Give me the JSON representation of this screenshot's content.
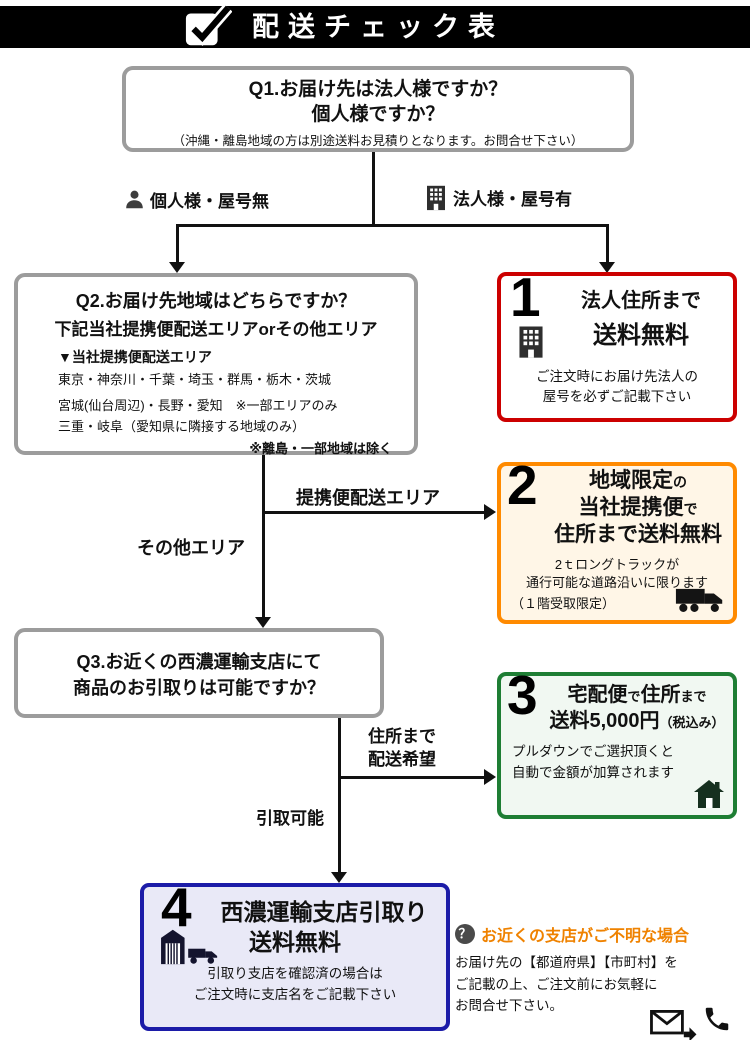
{
  "header": {
    "title": "配送チェック表"
  },
  "q1": {
    "line1": "Q1.お届け先は法人様ですか？",
    "line2": "個人様ですか？",
    "note": "（沖縄・離島地域の方は別途送料お見積りとなります。お問合せ下さい）"
  },
  "branch": {
    "personal": "個人様・屋号無",
    "corporate": "法人様・屋号有",
    "partner_area": "提携便配送エリア",
    "other_area": "その他エリア",
    "to_address_line1": "住所まで",
    "to_address_line2": "配送希望",
    "pickup_ok": "引取可能"
  },
  "q2": {
    "line1": "Q2.お届け先地域はどちらですか？",
    "line2": "下記当社提携便配送エリアorその他エリア",
    "area_header": "▼当社提携便配送エリア",
    "area_row1": "東京・神奈川・千葉・埼玉・群馬・栃木・茨城",
    "area_row2": "宮城(仙台周辺)・長野・愛知　※一部エリアのみ",
    "area_row3": "三重・岐阜（愛知県に隣接する地域のみ）",
    "note": "※離島・一部地域は除く"
  },
  "q3": {
    "line1": "Q3.お近くの西濃運輸支店にて",
    "line2": "商品のお引取りは可能ですか？"
  },
  "result1": {
    "number": "1",
    "title1": "法人住所まで",
    "title2": "送料無料",
    "note1": "ご注文時にお届け先法人の",
    "note2": "屋号を必ずご記載下さい"
  },
  "result2": {
    "number": "2",
    "t1a": "地域限定",
    "t1b": "の",
    "t2a": "当社提携便",
    "t2b": "で",
    "t3": "住所まで送料無料",
    "note1": "2ｔロングトラックが",
    "note2": "通行可能な道路沿いに限ります",
    "note3": "（１階受取限定）"
  },
  "result3": {
    "number": "3",
    "t1a": "宅配便",
    "t1b": "で",
    "t1c": "住所",
    "t1d": "まで",
    "t2a": "送料5,000円",
    "t2b": "（税込み）",
    "note1": "プルダウンでご選択頂くと",
    "note2": "自動で金額が加算されます"
  },
  "result4": {
    "number": "4",
    "title1": "西濃運輸支店引取り",
    "title2": "送料無料",
    "note1": "引取り支店を確認済の場合は",
    "note2": "ご注文時に支店名をご記載下さい"
  },
  "contact": {
    "q_mark": "？",
    "heading": "お近くの支店がご不明な場合",
    "line1": "お届け先の【都道府県】【市町村】を",
    "line2": "ご記載の上、ご注文前にお気軽に",
    "line3": "お問合せ下さい。"
  },
  "colors": {
    "result1_border": "#cc0000",
    "result2_border": "#ff8a00",
    "result3_border": "#1e7e34",
    "result4_border": "#1c1ca8",
    "accent_orange": "#ef8200"
  }
}
